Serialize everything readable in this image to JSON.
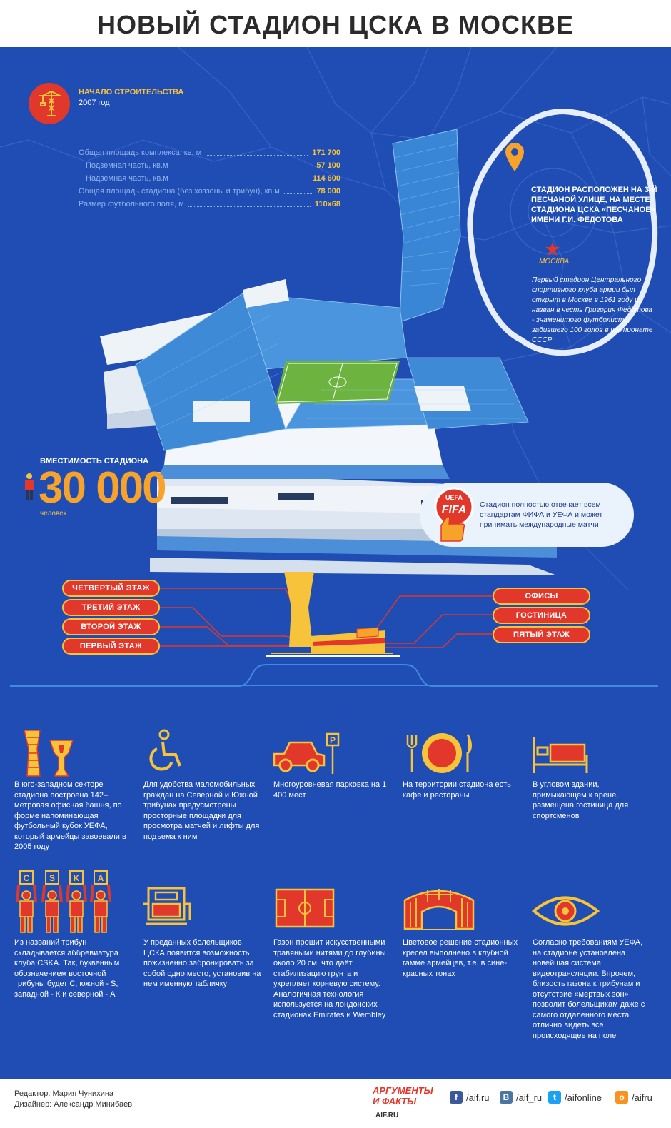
{
  "header": {
    "title": "НОВЫЙ СТАДИОН ЦСКА В МОСКВЕ"
  },
  "construction": {
    "label": "НАЧАЛО СТРОИТЕЛЬСТВА",
    "year": "2007 год"
  },
  "stats": [
    {
      "label": "Общая площадь комплекса, кв. м",
      "value": "171 700"
    },
    {
      "label": "Подземная часть, кв.м",
      "value": "57 100"
    },
    {
      "label": "Надземная часть, кв.м",
      "value": "114 600"
    },
    {
      "label": "Общая площадь стадиона (без хоззоны и трибун), кв.м",
      "value": "78 000"
    },
    {
      "label": "Размер футбольного поля, м",
      "value": "110х68"
    }
  ],
  "location": {
    "title": "СТАДИОН РАСПОЛОЖЕН НА 3-Й ПЕСЧАНОЙ УЛИЦЕ, НА МЕСТЕ СТАДИОНА ЦСКА «ПЕСЧАНОЕ» ИМЕНИ Г.И. ФЕДОТОВА",
    "city": "МОСКВА",
    "history": "Первый стадион Центрального спортивного клуба армии был открыт в Москве в 1961 году и назван в честь Григория Федотова - знаменитого футболиста, забившего 100 голов в чемпионате СССР"
  },
  "capacity": {
    "title": "ВМЕСТИМОСТЬ СТАДИОНА",
    "number": "30 000",
    "unit": "человек"
  },
  "fifa": {
    "text": "Стадион полностью отвечает всем стандартам ФИФА и УЕФА и может принимать международные матчи",
    "logo_top": "UEFA",
    "logo_bottom": "FIFA"
  },
  "floors_left": [
    "ЧЕТВЕРТЫЙ ЭТАЖ",
    "ТРЕТИЙ ЭТАЖ",
    "ВТОРОЙ ЭТАЖ",
    "ПЕРВЫЙ ЭТАЖ"
  ],
  "floors_right": [
    "ОФИСЫ",
    "ГОСТИНИЦА",
    "ПЯТЫЙ ЭТАЖ"
  ],
  "features": [
    {
      "icon": "uefa-cup-tower-icon",
      "text": "В юго-западном секторе стадиона построена 142–метровая офисная башня, по форме напоминающая футбольный кубок УЕФА, который армейцы завоевали в 2005 году"
    },
    {
      "icon": "wheelchair-icon",
      "text": "Для удобства маломобильных граждан на Северной и Южной трибунах предусмотрены просторные площадки для просмотра матчей и лифты для подъема к ним"
    },
    {
      "icon": "car-parking-icon",
      "text": "Многоуровневая парковка на 1 400 мест"
    },
    {
      "icon": "plate-cutlery-icon",
      "text": "На территории стадиона есть кафе и рестораны"
    },
    {
      "icon": "hotel-bed-icon",
      "text": "В угловом здании, примыкающем к арене, размещена гостиница для спортсменов"
    },
    {
      "icon": "cska-fans-icon",
      "text": "Из названий трибун складывается аббревиатура клуба CSKA. Так, буквенным обозначением восточной трибуны будет С, южной - S, западной - К и северной - А",
      "letters": [
        "C",
        "S",
        "K",
        "A"
      ]
    },
    {
      "icon": "seat-nameplate-icon",
      "text": "У преданных болельщиков ЦСКА появится возможность пожизненно забронировать за собой одно место, установив на нем именную табличку"
    },
    {
      "icon": "football-pitch-icon",
      "text": "Газон прошит искусственными травяными нитями до глубины около 20 см, что даёт стабилизацию грунта и укрепляет корневую систему. Аналогичная технология используется на лондонских стадионах Emirates и Wembley"
    },
    {
      "icon": "stadium-seats-icon",
      "text": "Цветовое решение стадионных кресел выполнено в клубной гамме армейцев, т.е. в сине-красных тонах"
    },
    {
      "icon": "eye-icon",
      "text": "Согласно требованиям УЕФА, на стадионе установлена новейшая система видеотрансляции. Впрочем, близость газона к трибунам и отсутствие «мертвых зон» позволит болельщикам даже с самого отдаленного места отлично видеть все происходящее на поле"
    }
  ],
  "footer": {
    "editor": "Редактор: Мария Чунихина",
    "designer": "Дизайнер: Александр Минибаев",
    "brand_line1": "АРГУМЕНТЫ",
    "brand_line2": "И ФАКТЫ",
    "brand_site": "AIF.RU",
    "socials": [
      {
        "icon": "facebook-icon",
        "glyph": "f",
        "label": "/aif.ru",
        "color": "#3b5998"
      },
      {
        "icon": "vk-icon",
        "glyph": "B",
        "label": "/aif_ru",
        "color": "#4c75a3"
      },
      {
        "icon": "twitter-icon",
        "glyph": "t",
        "label": "/aifonline",
        "color": "#1da1f2"
      },
      {
        "icon": "odnoklassniki-icon",
        "glyph": "o",
        "label": "/aifru",
        "color": "#f7931e"
      }
    ]
  },
  "colors": {
    "background": "#1f4db3",
    "accent_red": "#e2372b",
    "accent_yellow": "#f7c33b",
    "line": "#3f8be0"
  }
}
